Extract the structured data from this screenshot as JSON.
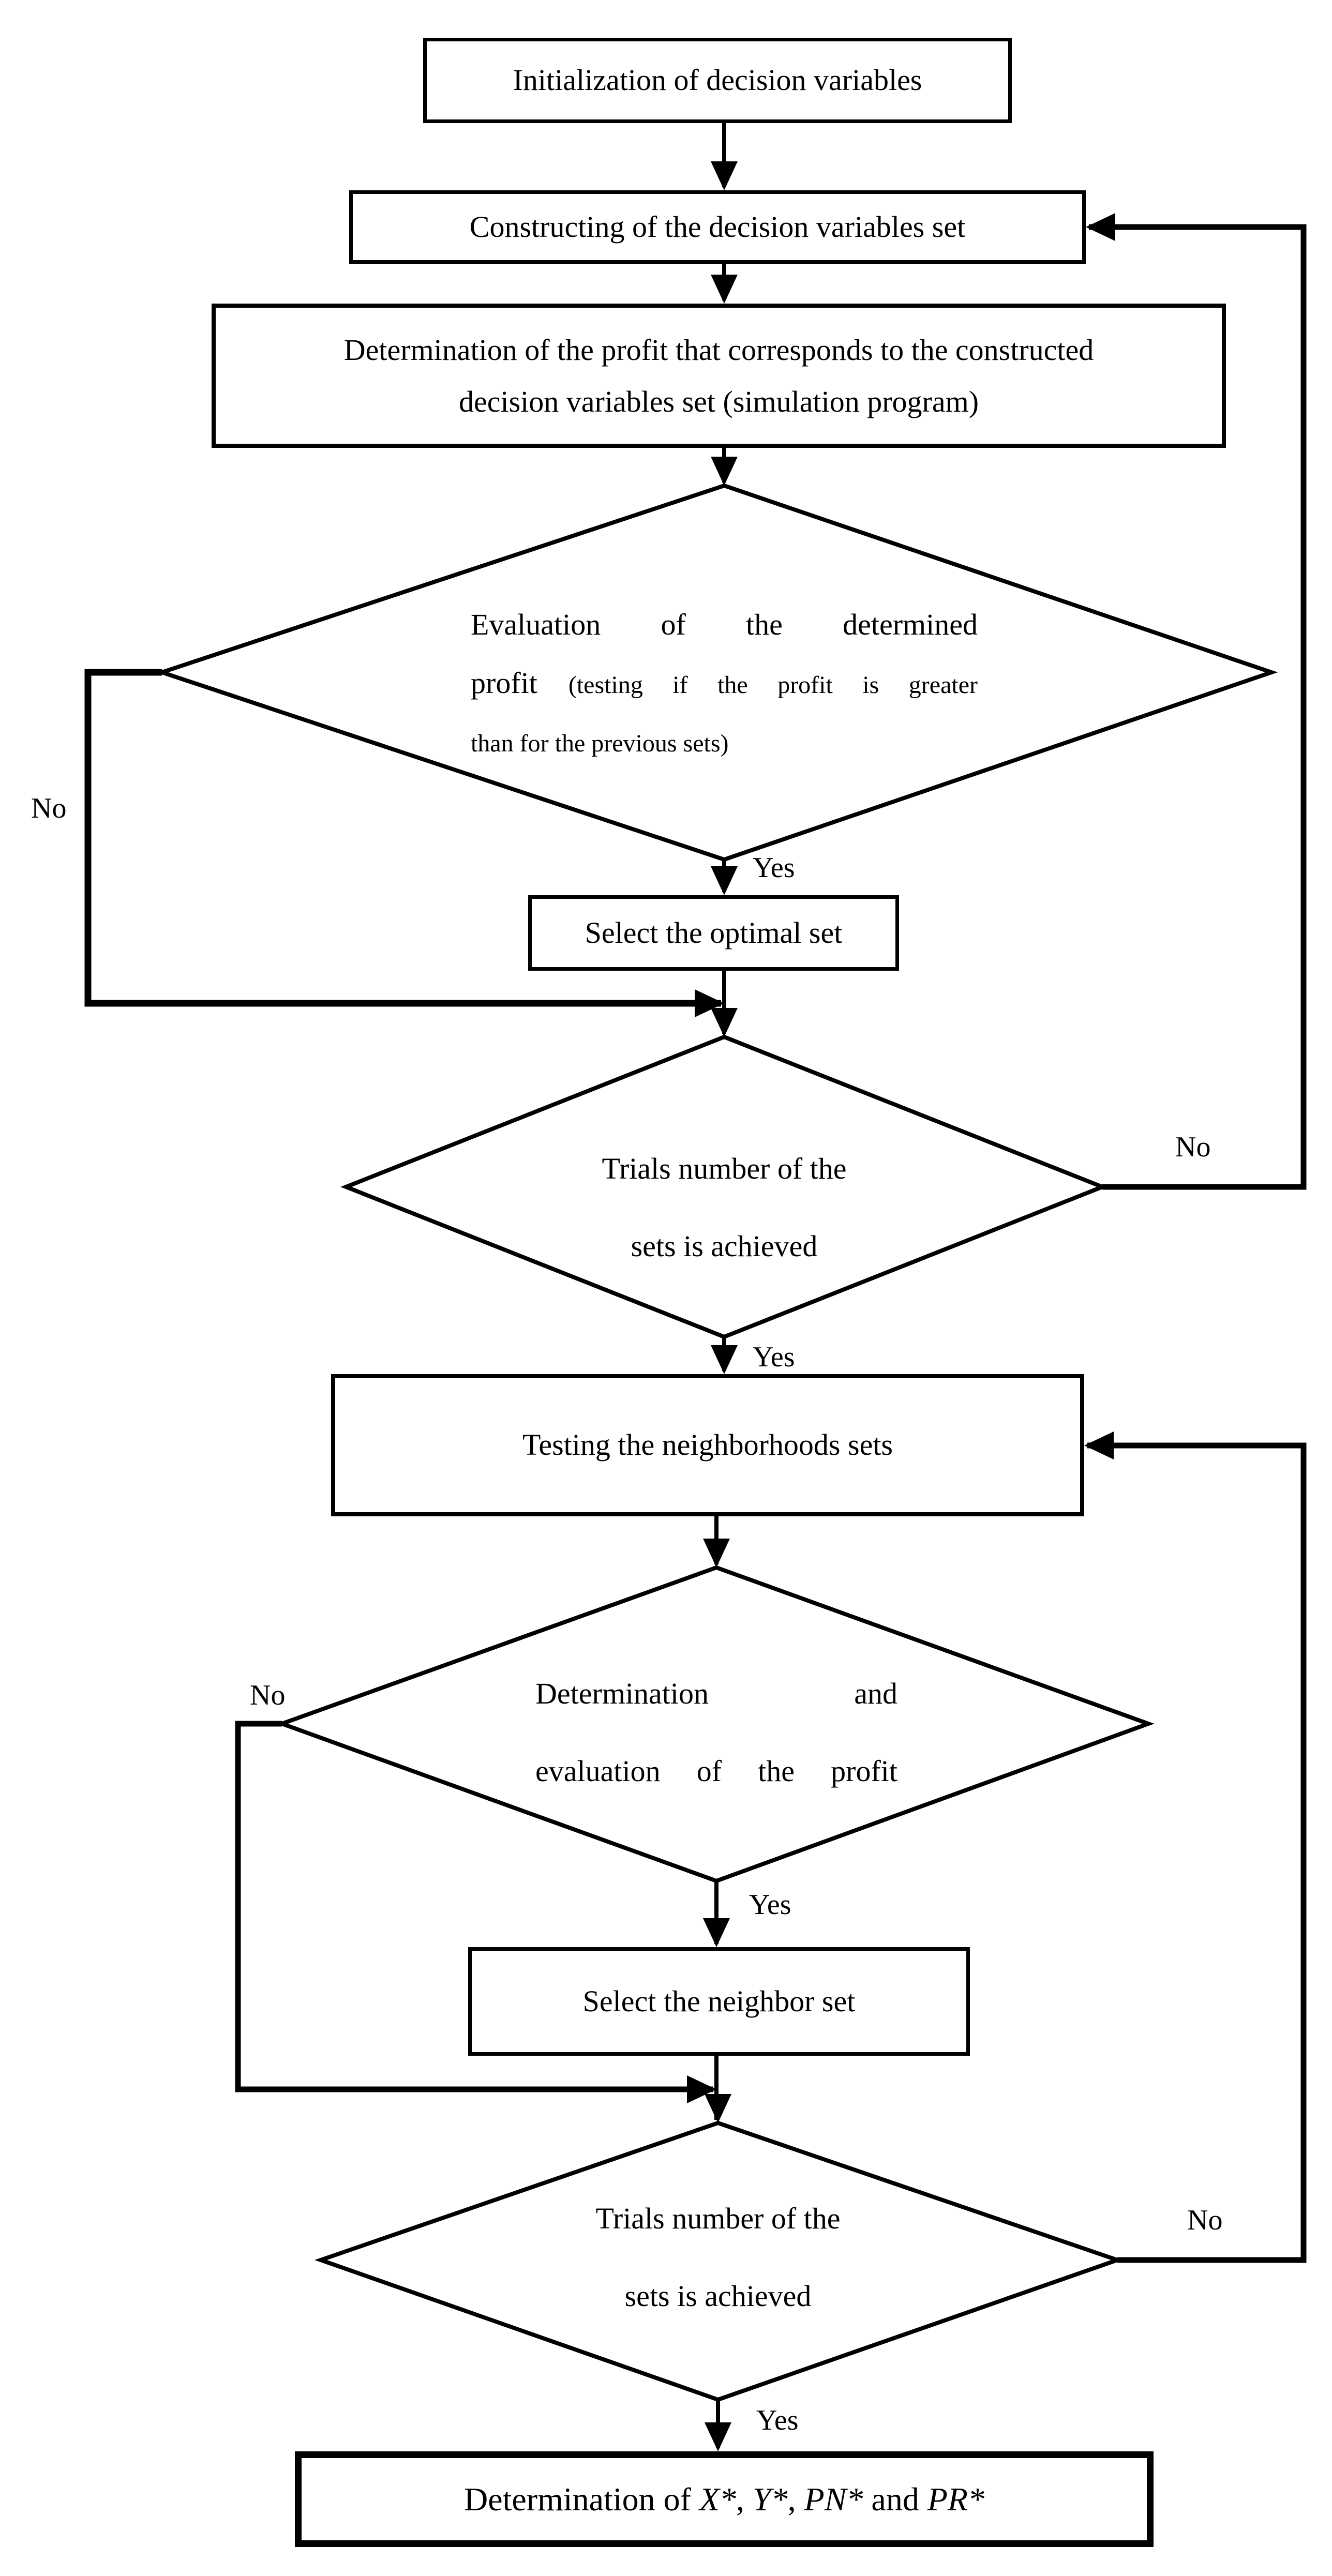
{
  "colors": {
    "line": "#000000",
    "background": "#ffffff"
  },
  "nodes": {
    "init": {
      "label": "Initialization of decision variables"
    },
    "construct": {
      "label": "Constructing of the decision variables set"
    },
    "profit_sim": {
      "line1": "Determination of the profit that corresponds to the constructed",
      "line2": "decision variables set (simulation program)"
    },
    "eval_profit": {
      "line1": "Evaluation of the determined",
      "line2_main": "profit",
      "line2_sub": "(testing if the profit is greater",
      "line3": "than for the previous sets)"
    },
    "select_optimal": {
      "label": "Select the optimal set"
    },
    "trials_first": {
      "line1": "Trials number of the",
      "line2": "sets is achieved"
    },
    "testing_neighborhoods": {
      "label": "Testing the neighborhoods sets"
    },
    "determination_evaluation": {
      "line1": "Determination and",
      "line2": "evaluation of the profit"
    },
    "select_neighbor": {
      "label": "Select the neighbor set"
    },
    "trials_second": {
      "line1": "Trials number of the",
      "line2": "sets is achieved"
    },
    "final": {
      "segments": [
        {
          "t": "Determination of ",
          "i": false
        },
        {
          "t": "X*",
          "i": true
        },
        {
          "t": ", ",
          "i": false
        },
        {
          "t": "Y*",
          "i": true
        },
        {
          "t": ", ",
          "i": false
        },
        {
          "t": "PN*",
          "i": true
        },
        {
          "t": " and ",
          "i": false
        },
        {
          "t": "PR*",
          "i": true
        }
      ]
    }
  },
  "edge_labels": {
    "yes_1": "Yes",
    "no_1": "No",
    "yes_2": "Yes",
    "no_2": "No",
    "yes_3": "Yes",
    "no_3": "No",
    "yes_4": "Yes",
    "no_4": "No"
  }
}
